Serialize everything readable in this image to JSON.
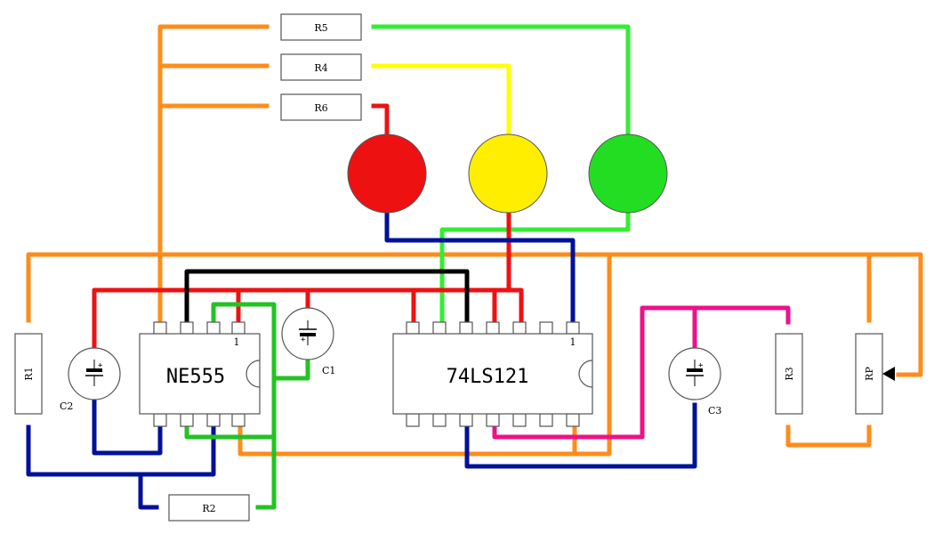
{
  "colors": {
    "orange": "#ff8c1a",
    "green": "#22c322",
    "bright_green": "#33ee33",
    "yellow": "#ffff00",
    "red": "#ee1111",
    "blue": "#001199",
    "black": "#000000",
    "pink": "#ee1188",
    "led_red": "#ee1111",
    "led_yellow": "#ffee00",
    "led_green": "#22dd22"
  },
  "ics": {
    "ne555": {
      "label": "NE555",
      "pin1": "1"
    },
    "ls121": {
      "label": "74LS121",
      "pin1": "1"
    }
  },
  "resistors": {
    "r1": "R1",
    "r2": "R2",
    "r3": "R3",
    "r4": "R4",
    "r5": "R5",
    "r6": "R6",
    "rp": "RP"
  },
  "capacitors": {
    "c1": "C1",
    "c2": "C2",
    "c3": "C3"
  },
  "leds": [
    "red",
    "yellow",
    "green"
  ]
}
